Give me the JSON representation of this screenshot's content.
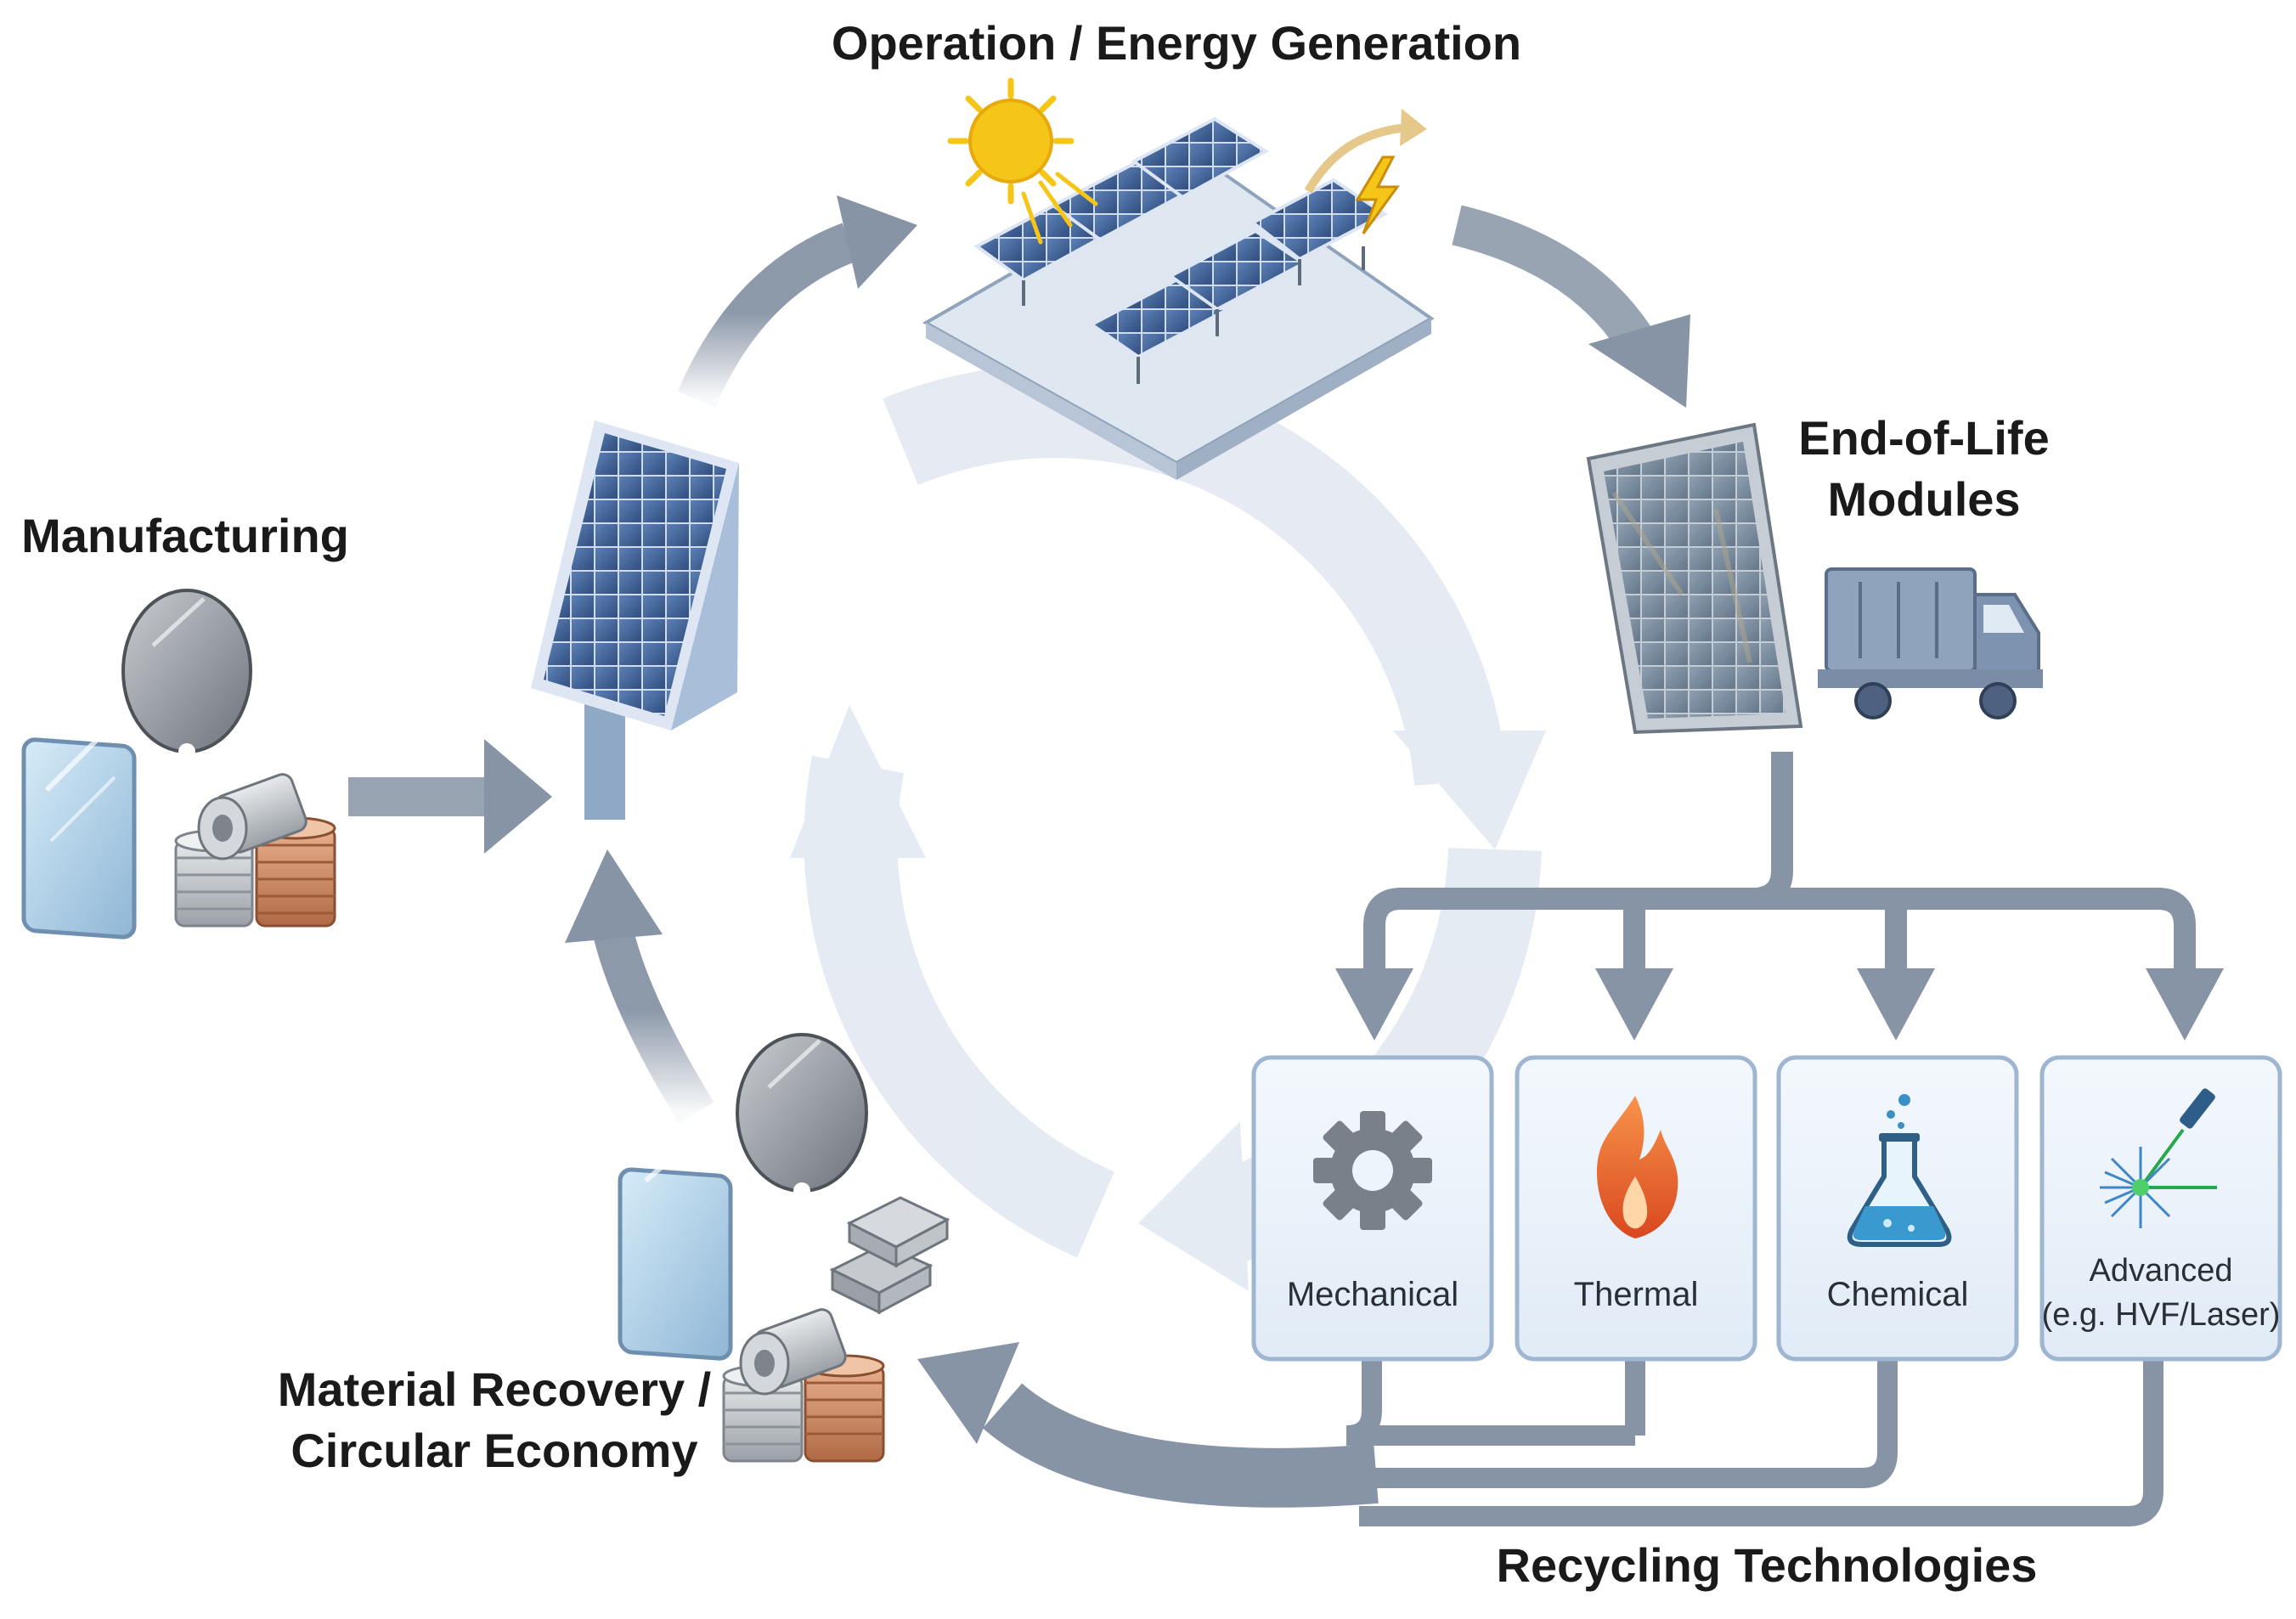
{
  "stages": {
    "operation": "Operation / Energy Generation",
    "manufacturing": "Manufacturing",
    "end_of_life_line1": "End-of-Life",
    "end_of_life_line2": "Modules",
    "recovery_line1": "Material Recovery /",
    "recovery_line2": "Circular Economy",
    "recycling": "Recycling Technologies"
  },
  "methods": [
    {
      "label": "Mechanical",
      "icon": "gear-icon"
    },
    {
      "label": "Thermal",
      "icon": "flame-icon"
    },
    {
      "label": "Chemical",
      "icon": "flask-icon"
    },
    {
      "label": "Advanced",
      "label_line2": "(e.g. HVF/Laser)",
      "icon": "laser-icon"
    }
  ],
  "colors": {
    "arrow": "#8794a6",
    "arrow_faint": "#e3e9f2",
    "panel_blue": "#4a6da0",
    "card_fill": "#eef4fb",
    "card_border": "#9fb6d3",
    "sun": "#f5c518",
    "flame": "#e8622c",
    "laser": "#27a84a"
  }
}
